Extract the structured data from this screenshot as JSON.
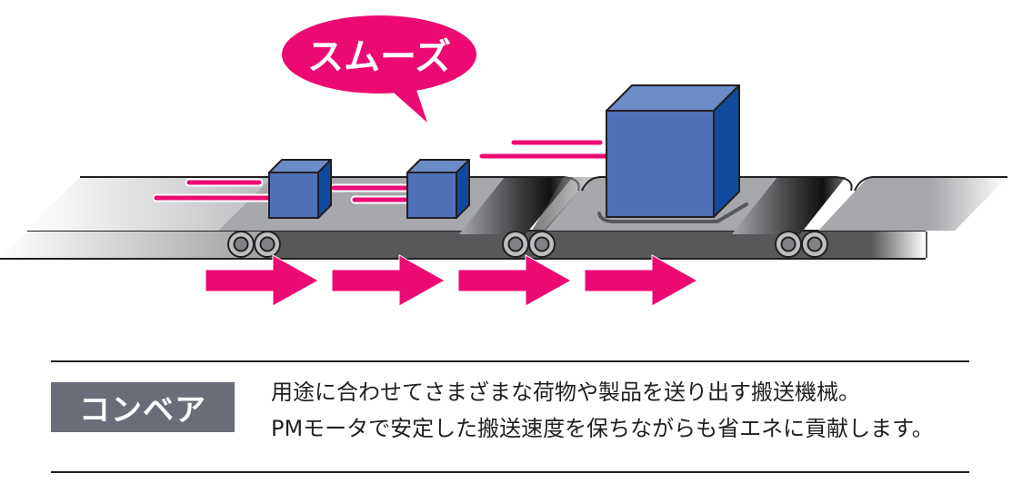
{
  "illustration": {
    "callout_text": "スムーズ",
    "colors": {
      "accent": "#ec0a72",
      "box_front": "#4f71b7",
      "box_top": "#6b8cc7",
      "box_side": "#0f4a9e",
      "belt_top": "#a6a8ab",
      "belt_side": "#58585a",
      "roller_outer": "#bcbec0",
      "roller_inner": "#808285",
      "outline": "#231f20"
    },
    "boxes": [
      "small-box-1",
      "small-box-2",
      "large-box"
    ],
    "motion_arrow_count": 4,
    "roller_pairs": 3
  },
  "caption": {
    "title": "コンベア",
    "lines": [
      "用途に合わせてさまざまな荷物や製品を送り出す搬送機械。",
      "PMモータで安定した搬送速度を保ちながらも省エネに貢献します。"
    ]
  }
}
